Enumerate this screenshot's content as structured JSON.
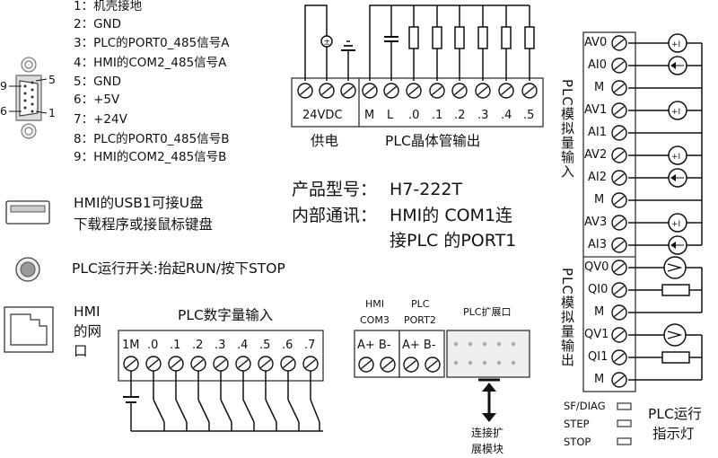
{
  "db9_pins": [
    "1：机壳接地",
    "2：GND",
    "3：PLC的PORT0_485信号A",
    "4：HMI的COM2_485信号A",
    "5：GND",
    "6：+5V",
    "7：+24V",
    "8：PLC的PORT0_485信号B",
    "9：HMI的COM2_485信号B"
  ],
  "db9_labels": {
    "p9": "9",
    "p5": "5",
    "p6": "6",
    "p1": "1"
  },
  "usb": {
    "line1": "HMI的USB1可接U盘",
    "line2": "下载程序或接鼠标键盘"
  },
  "run_switch": "PLC运行开关:抬起RUN/按下STOP",
  "ethernet": {
    "line1": "HMI",
    "line2": "的网",
    "line3": "口"
  },
  "power": {
    "terminal_label": "24VDC",
    "title": "供电"
  },
  "transistor_out": {
    "terminals": [
      "M",
      "L",
      ".0",
      ".1",
      ".2",
      ".3",
      ".4",
      ".5"
    ],
    "title": "PLC晶体管输出"
  },
  "product": {
    "model_label": "产品型号：",
    "model_value": "H7-222T",
    "comm_label": "内部通讯：",
    "comm_value_line1": "HMI的 COM1连",
    "comm_value_line2": "接PLC 的PORT1"
  },
  "digital_in": {
    "title": "PLC数字量输入",
    "terminals": [
      "1M",
      ".0",
      ".1",
      ".2",
      ".3",
      ".4",
      ".5",
      ".6",
      ".7"
    ]
  },
  "hmi_com3": {
    "line1": "HMI",
    "line2": "COM3",
    "terminals": "A+ B-"
  },
  "plc_port2": {
    "line1": "PLC",
    "line2": "PORT2",
    "terminals": "A+ B-"
  },
  "expansion": {
    "title": "PLC扩展口",
    "connect_label_1": "连接扩",
    "connect_label_2": "展模块"
  },
  "analog_in": {
    "title": "PLC模拟量输入",
    "terminals": [
      "AV0",
      "AI0",
      "M",
      "AV1",
      "AI1",
      "AV2",
      "AI2",
      "M",
      "AV3",
      "AI3"
    ]
  },
  "analog_out": {
    "title": "PLC模拟量输出",
    "terminals": [
      "QV0",
      "QI0",
      "M",
      "QV1",
      "QI1",
      "M"
    ]
  },
  "leds": {
    "items": [
      "SF/DIAG",
      "STEP",
      "STOP"
    ],
    "title_line1": "PLC运行",
    "title_line2": "指示灯"
  }
}
